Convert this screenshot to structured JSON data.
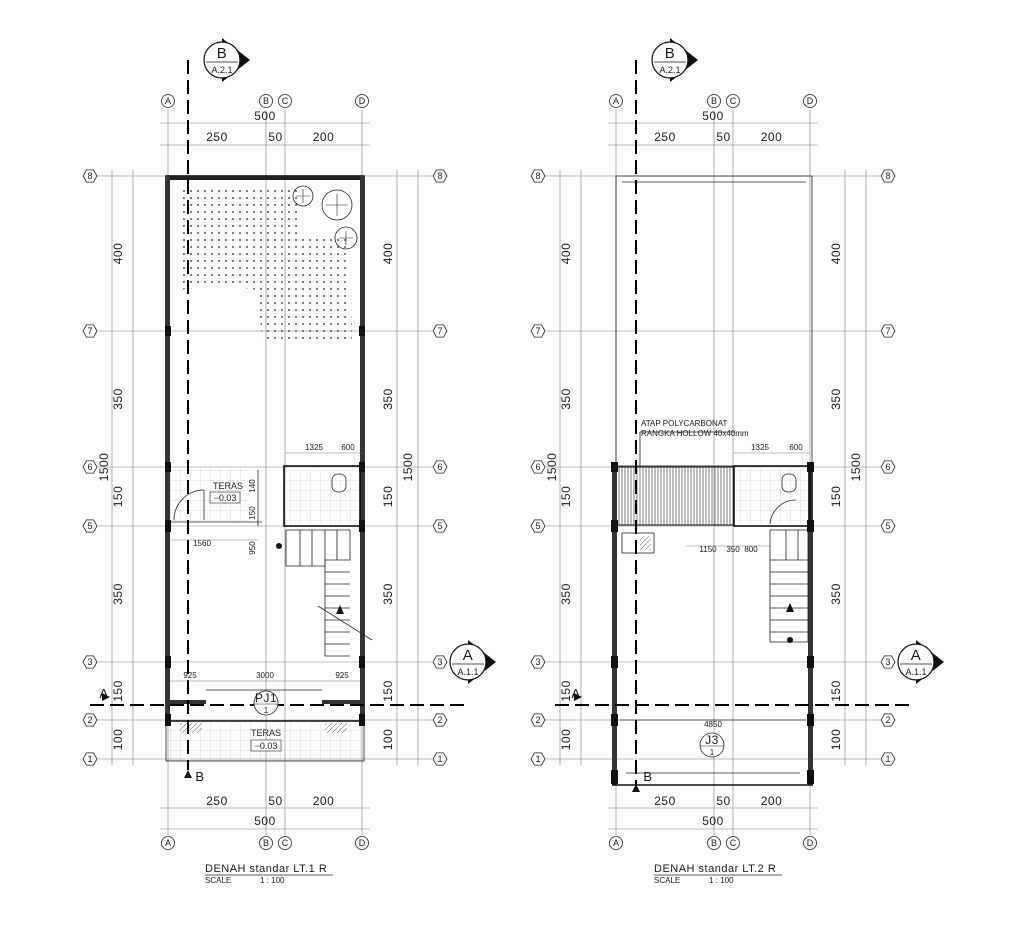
{
  "plans": [
    {
      "grid_x": [
        "A",
        "B",
        "C",
        "D"
      ],
      "grid_y": [
        "8",
        "7",
        "6",
        "5",
        "3",
        "2",
        "1"
      ],
      "dim_top_total": "500",
      "dim_top": [
        "250",
        "50",
        "200"
      ],
      "dim_bottom_total": "500",
      "dim_bottom": [
        "250",
        "50",
        "200"
      ],
      "dim_side": [
        "400",
        "350",
        "150",
        "350",
        "150",
        "100"
      ],
      "dim_side_total": "1500",
      "section_b": {
        "letter": "B",
        "ref": "A.2.1"
      },
      "section_a": {
        "letter": "A",
        "ref": "A.1.1"
      },
      "labels": {
        "dim_1325": "1325",
        "dim_600": "600",
        "dim_1560": "1560",
        "dim_950": "950",
        "dim_140": "140",
        "dim_150": "150",
        "dim_3000": "3000",
        "dim_925a": "925",
        "dim_925b": "925",
        "teras_top": "TERAS",
        "teras_top_lvl": "−0.03",
        "teras_bottom": "TERAS",
        "teras_bottom_lvl": "−0.03",
        "door": "PJ1",
        "door_num": "1"
      },
      "title": "DENAH standar LT.1  R",
      "scale_label": "SCALE",
      "scale_value": "1  :  100"
    },
    {
      "grid_x": [
        "A",
        "B",
        "C",
        "D"
      ],
      "grid_y": [
        "8",
        "7",
        "6",
        "5",
        "3",
        "2",
        "1"
      ],
      "dim_top_total": "500",
      "dim_top": [
        "250",
        "50",
        "200"
      ],
      "dim_bottom_total": "500",
      "dim_bottom": [
        "250",
        "50",
        "200"
      ],
      "dim_side": [
        "400",
        "350",
        "150",
        "350",
        "150",
        "100"
      ],
      "dim_side_total": "1500",
      "section_b": {
        "letter": "B",
        "ref": "A.2.1"
      },
      "section_a": {
        "letter": "A",
        "ref": "A.1.1"
      },
      "labels": {
        "roof_note_1": "ATAP POLYCARBONAT",
        "roof_note_2": "RANGKA HOLLOW 40x40mm",
        "dim_1325": "1325",
        "dim_600": "600",
        "dim_1150": "1150",
        "dim_350": "350",
        "dim_800": "800",
        "dim_4850": "4850",
        "window": "J3",
        "window_num": "1"
      },
      "title": "DENAH standar LT.2  R",
      "scale_label": "SCALE",
      "scale_value": "1  :  100"
    }
  ]
}
